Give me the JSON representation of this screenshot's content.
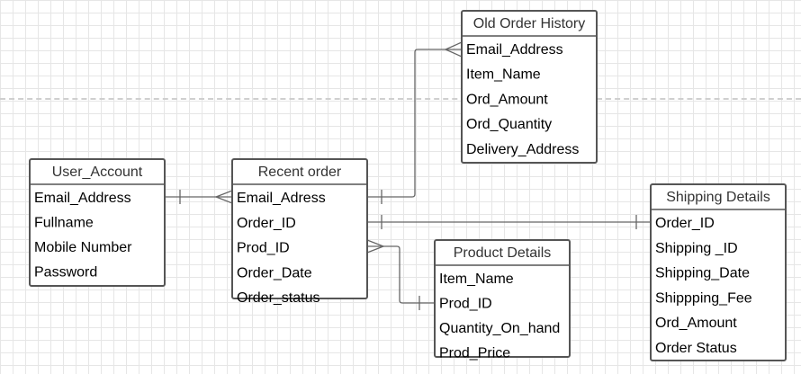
{
  "entities": [
    {
      "id": "user_account",
      "title": "User_Account",
      "fields": [
        "Email_Address",
        "Fullname",
        "Mobile Number",
        "Password"
      ]
    },
    {
      "id": "recent_order",
      "title": "Recent order",
      "fields": [
        "Email_Adress",
        "Order_ID",
        "Prod_ID",
        "Order_Date",
        "Order_status"
      ]
    },
    {
      "id": "old_order_history",
      "title": "Old Order History",
      "fields": [
        "Email_Address",
        "Item_Name",
        "Ord_Amount",
        "Ord_Quantity",
        "Delivery_Address"
      ]
    },
    {
      "id": "product_details",
      "title": "Product Details",
      "fields": [
        "Item_Name",
        "Prod_ID",
        "Quantity_On_hand",
        "Prod_Price"
      ]
    },
    {
      "id": "shipping_details",
      "title": "Shipping Details",
      "fields": [
        "Order_ID",
        "Shipping _ID",
        "Shipping_Date",
        "Shippping_Fee",
        "Ord_Amount",
        "Order Status"
      ]
    }
  ],
  "relationships": [
    {
      "from": "user_account.Email_Address",
      "from_end": "one",
      "to": "recent_order.Email_Adress",
      "to_end": "many"
    },
    {
      "from": "recent_order.Email_Adress",
      "from_end": "one",
      "to": "old_order_history.Email_Address",
      "to_end": "many"
    },
    {
      "from": "recent_order.Order_ID",
      "from_end": "one",
      "to": "shipping_details.Order_ID",
      "to_end": "one"
    },
    {
      "from": "recent_order.Prod_ID",
      "from_end": "many",
      "to": "product_details.Prod_ID",
      "to_end": "one"
    }
  ],
  "colors": {
    "border": "#555555",
    "header_text": "#333333",
    "field_text": "#000000",
    "line": "#666666",
    "grid": "#e6e6e6"
  }
}
